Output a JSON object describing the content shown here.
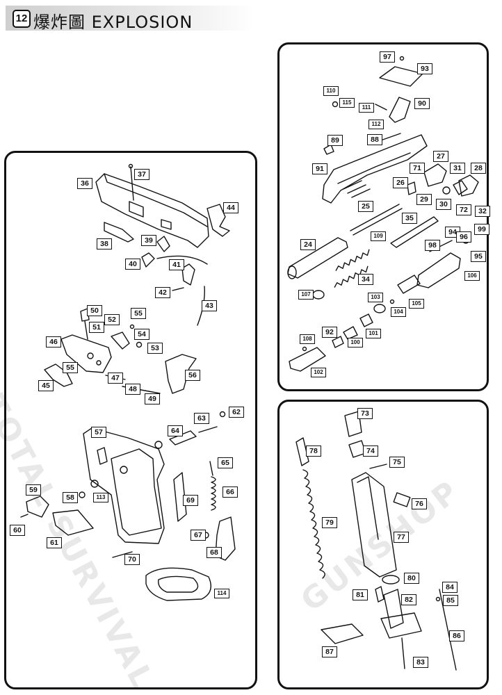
{
  "header": {
    "section_number": "12",
    "title": "爆炸圖 EXPLOSION"
  },
  "watermark": {
    "text": "TOTAL SURVIVAL",
    "text2": "GUNSHOP"
  },
  "labels": {
    "l37": "37",
    "l36": "36",
    "l44": "44",
    "l38": "38",
    "l39": "39",
    "l40": "40",
    "l41": "41",
    "l42": "42",
    "l43": "43",
    "l50": "50",
    "l51": "51",
    "l52": "52",
    "l55a": "55",
    "l46": "46",
    "l54": "54",
    "l53": "53",
    "l55b": "55",
    "l45": "45",
    "l47": "47",
    "l56": "56",
    "l48": "48",
    "l49": "49",
    "l57": "57",
    "l64": "64",
    "l63": "63",
    "l62": "62",
    "l65": "65",
    "l66": "66",
    "l59": "59",
    "l58": "58",
    "l113": "113",
    "l69": "69",
    "l60": "60",
    "l61": "61",
    "l67": "67",
    "l68": "68",
    "l70": "70",
    "l114": "114",
    "l97": "97",
    "l93": "93",
    "l110": "110",
    "l115": "115",
    "l111": "111",
    "l90": "90",
    "l112": "112",
    "l89": "89",
    "l88": "88",
    "l27": "27",
    "l91": "91",
    "l71": "71",
    "l31": "31",
    "l28": "28",
    "l26": "26",
    "l29": "29",
    "l30": "30",
    "l72": "72",
    "l32": "32",
    "l25": "25",
    "l35": "35",
    "l94": "94",
    "l99": "99",
    "l109": "109",
    "l96": "96",
    "l24": "24",
    "l98": "98",
    "l95": "95",
    "l34": "34",
    "l106": "106",
    "l107": "107",
    "l103": "103",
    "l104": "104",
    "l105": "105",
    "l92": "92",
    "l101": "101",
    "l108": "108",
    "l100": "100",
    "l102": "102",
    "l73": "73",
    "l78": "78",
    "l74": "74",
    "l75": "75",
    "l76": "76",
    "l79": "79",
    "l77": "77",
    "l80": "80",
    "l84": "84",
    "l81": "81",
    "l82": "82",
    "l85": "85",
    "l86": "86",
    "l87": "87",
    "l83": "83"
  }
}
